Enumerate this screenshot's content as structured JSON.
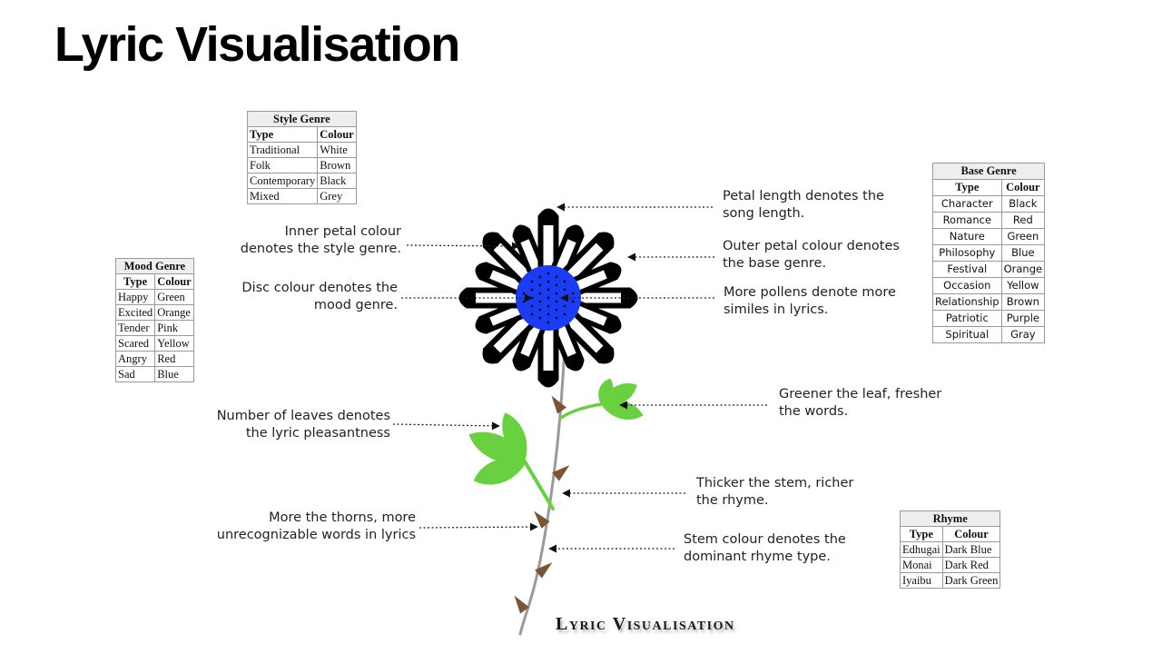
{
  "title": "Lyric Visualisation",
  "caption": "Lyric Visualisation",
  "colors": {
    "disc": "#1a3cf2",
    "pollen": "#0a0a33",
    "leaf": "#69d13f",
    "thorn": "#7a5434",
    "stem": "#9a9a9a",
    "petal_outer": "#000000",
    "petal_inner": "#ffffff"
  },
  "annotations": {
    "petal_length": [
      "Petal length denotes the",
      "song length."
    ],
    "inner_petal": [
      "Inner petal colour",
      "denotes the style genre."
    ],
    "outer_petal": [
      "Outer petal colour denotes",
      "the base genre."
    ],
    "disc": [
      "Disc colour denotes the",
      "mood genre."
    ],
    "pollens": [
      "More pollens denote more",
      "similes in lyrics."
    ],
    "leaves": [
      "Number of leaves denotes",
      "the lyric pleasantness"
    ],
    "leaf_green": [
      "Greener the leaf, fresher",
      "the words."
    ],
    "stem_thick": [
      "Thicker the stem, richer",
      "the rhyme."
    ],
    "thorns": [
      "More the thorns, more",
      "unrecognizable words in lyrics"
    ],
    "stem_colour": [
      "Stem colour denotes the",
      "dominant rhyme type."
    ]
  },
  "style_genre": {
    "caption": "Style Genre",
    "headers": [
      "Type",
      "Colour"
    ],
    "rows": [
      [
        "Traditional",
        "White"
      ],
      [
        "Folk",
        "Brown"
      ],
      [
        "Contemporary",
        "Black"
      ],
      [
        "Mixed",
        "Grey"
      ]
    ]
  },
  "mood_genre": {
    "caption": "Mood Genre",
    "headers": [
      "Type",
      "Colour"
    ],
    "rows": [
      [
        "Happy",
        "Green"
      ],
      [
        "Excited",
        "Orange"
      ],
      [
        "Tender",
        "Pink"
      ],
      [
        "Scared",
        "Yellow"
      ],
      [
        "Angry",
        "Red"
      ],
      [
        "Sad",
        "Blue"
      ]
    ]
  },
  "base_genre": {
    "caption": "Base Genre",
    "headers": [
      "Type",
      "Colour"
    ],
    "rows": [
      [
        "Character",
        "Black"
      ],
      [
        "Romance",
        "Red"
      ],
      [
        "Nature",
        "Green"
      ],
      [
        "Philosophy",
        "Blue"
      ],
      [
        "Festival",
        "Orange"
      ],
      [
        "Occasion",
        "Yellow"
      ],
      [
        "Relationship",
        "Brown"
      ],
      [
        "Patriotic",
        "Purple"
      ],
      [
        "Spiritual",
        "Gray"
      ]
    ]
  },
  "rhyme": {
    "caption": "Rhyme",
    "headers": [
      "Type",
      "Colour"
    ],
    "rows": [
      [
        "Edhugai",
        "Dark Blue"
      ],
      [
        "Monai",
        "Dark Red"
      ],
      [
        "Iyaibu",
        "Dark Green"
      ]
    ]
  }
}
